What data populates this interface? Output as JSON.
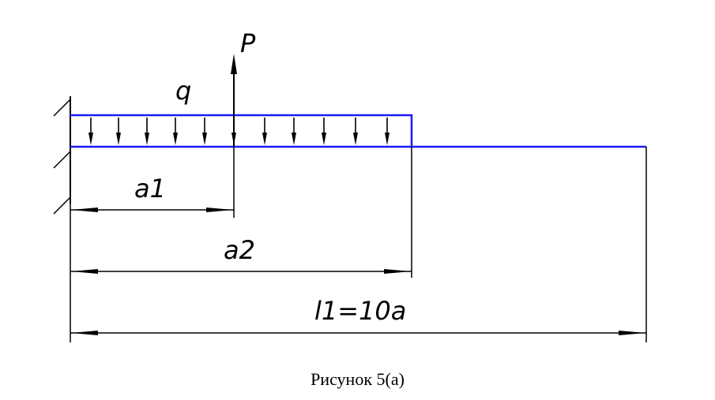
{
  "labels": {
    "force": "P",
    "distributed_load": "q",
    "dim_a1": "a1",
    "dim_a2": "a2",
    "dim_length": "l1=10a"
  },
  "caption": "Рисунок 5(а)",
  "colors": {
    "beam": "#1a1aff",
    "lines": "#000000",
    "background": "#ffffff"
  }
}
